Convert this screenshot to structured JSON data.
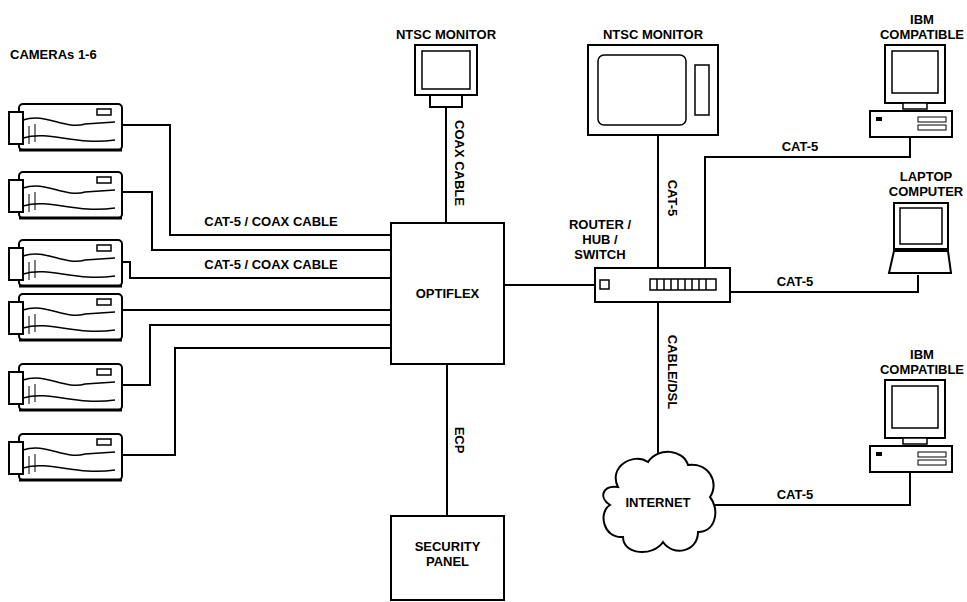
{
  "diagram": {
    "nodes": [
      {
        "text": [
          "CAMERAs 1-6"
        ]
      },
      {
        "text": [
          "NTSC MONITOR"
        ]
      },
      {
        "text": [
          "NTSC MONITOR"
        ]
      },
      {
        "text": [
          "IBM COMPATIBLE"
        ]
      },
      {
        "text": [
          "LAPTOP COMPUTER"
        ]
      },
      {
        "text": [
          "OPTIFLEX"
        ]
      },
      {
        "text": [
          "ROUTER / HUB / SWITCH"
        ]
      },
      {
        "text": [
          "IBM COMPATIBLE"
        ]
      },
      {
        "text": [
          "INTERNET"
        ]
      },
      {
        "text": [
          "SECURITY PANEL"
        ]
      }
    ],
    "edges": [
      {
        "from": 0,
        "to": 5,
        "label": "CAT-5 / COAX CABLE",
        "arrow": "none"
      },
      {
        "from": 0,
        "to": 5,
        "arrow": "none"
      },
      {
        "from": 0,
        "to": 5,
        "label": "CAT-5 / COAX CABLE",
        "arrow": "none"
      },
      {
        "from": 0,
        "to": 5,
        "arrow": "none"
      },
      {
        "from": 0,
        "to": 5,
        "arrow": "none"
      },
      {
        "from": 0,
        "to": 5,
        "arrow": "none"
      },
      {
        "from": 5,
        "to": 1,
        "label": "COAX CABLE",
        "arrow": "none"
      },
      {
        "from": 5,
        "to": 9,
        "label": "ECP",
        "arrow": "none"
      },
      {
        "from": 5,
        "to": 6,
        "arrow": "none"
      },
      {
        "from": 6,
        "to": 2,
        "label": "CAT-5",
        "arrow": "none"
      },
      {
        "from": 6,
        "to": 3,
        "label": "CAT-5",
        "arrow": "none"
      },
      {
        "from": 6,
        "to": 4,
        "label": "CAT-5",
        "arrow": "none"
      },
      {
        "from": 6,
        "to": 8,
        "label": "CABLE/DSL",
        "arrow": "none"
      },
      {
        "from": 8,
        "to": 7,
        "label": "CAT-5",
        "arrow": "none"
      }
    ]
  }
}
